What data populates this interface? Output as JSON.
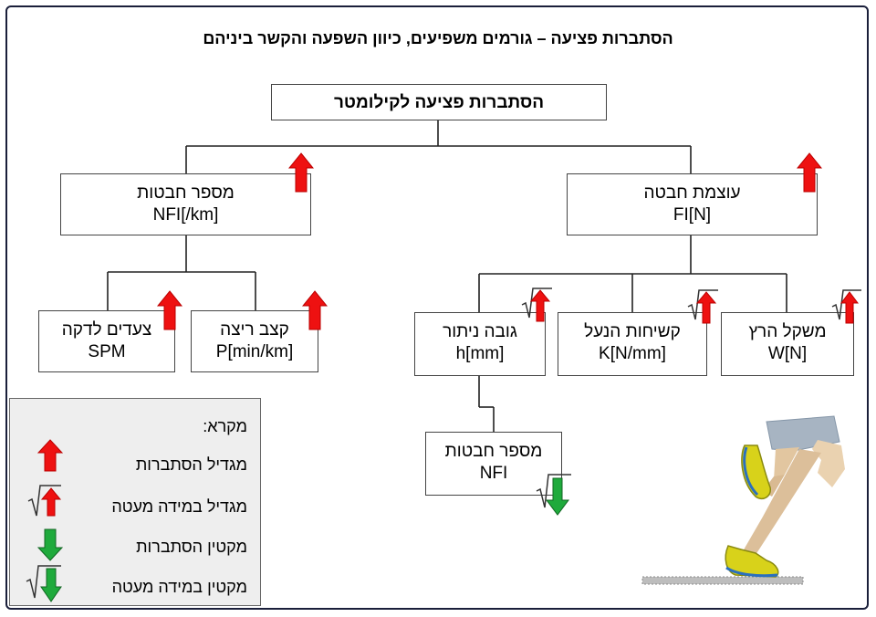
{
  "title": "הסתברות פציעה – גורמים משפיעים, כיוון השפעה והקשר ביניהם",
  "root": {
    "label": "הסתברות פציעה  לקילומטר"
  },
  "nodes": {
    "fi": {
      "line1": "עוצמת חבטה",
      "line2": "FI[N]"
    },
    "nfi": {
      "line1": "מספר חבטות",
      "line2": "NFI[/km]"
    },
    "spm": {
      "line1": "צעדים לדקה",
      "line2": "SPM"
    },
    "pace": {
      "line1": "קצב ריצה",
      "line2": "P[min/km]"
    },
    "h": {
      "line1": "גובה ניתור",
      "line2": "h[mm]"
    },
    "k": {
      "line1": "קשיחות הנעל",
      "line2": "K[N/mm]"
    },
    "w": {
      "line1": "משקל הרץ",
      "line2": "W[N]"
    },
    "nfi2": {
      "line1": "מספר חבטות",
      "line2": "NFI"
    }
  },
  "legend": {
    "heading": "מקרא:",
    "items": [
      {
        "label": "מגדיל הסתברות"
      },
      {
        "label": "מגדיל במידה מעטה"
      },
      {
        "label": "מקטין הסתברות"
      },
      {
        "label": "מקטין במידה מעטה"
      }
    ]
  },
  "colors": {
    "increase": "#ee1111",
    "decrease": "#1faa3c",
    "frame": "#1a1f3a",
    "legend_bg": "#eeeeee"
  },
  "icons": {
    "increase": "red-up-arrow-icon",
    "slight_increase": "red-up-arrow-with-root-sign-icon",
    "decrease": "green-down-arrow-icon",
    "slight_decrease": "green-down-arrow-with-root-sign-icon"
  }
}
